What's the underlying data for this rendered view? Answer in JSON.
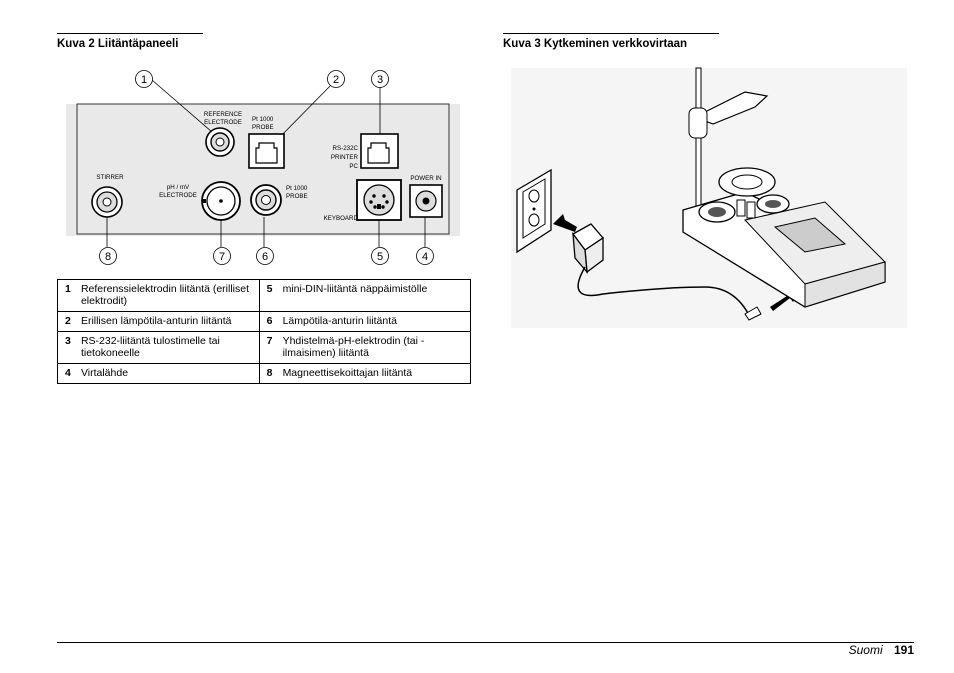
{
  "figure2": {
    "caption": "Kuva 2  Liitäntäpaneeli",
    "panel": {
      "reference_electrode": [
        "REFERENCE",
        "ELECTRODE"
      ],
      "pt1000_top": [
        "Pt 1000",
        "PROBE"
      ],
      "rs232": [
        "RS-232C",
        "PRINTER",
        "PC"
      ],
      "stirrer": "STIRRER",
      "ph_mv": [
        "pH / mV",
        "ELECTRODE"
      ],
      "pt1000_bottom": [
        "Pt 1000",
        "PROBE"
      ],
      "keyboard": "KEYBOARD",
      "power_in": "POWER IN"
    },
    "callouts": [
      "1",
      "2",
      "3",
      "4",
      "5",
      "6",
      "7",
      "8"
    ]
  },
  "legend": [
    [
      {
        "num": "1",
        "text": "Referenssielektrodin liitäntä (erilliset elektrodit)"
      },
      {
        "num": "5",
        "text": "mini-DIN-liitäntä näppäimistölle"
      }
    ],
    [
      {
        "num": "2",
        "text": "Erillisen lämpötila-anturin liitäntä"
      },
      {
        "num": "6",
        "text": "Lämpötila-anturin liitäntä"
      }
    ],
    [
      {
        "num": "3",
        "text": "RS-232-liitäntä tulostimelle tai tietokoneelle"
      },
      {
        "num": "7",
        "text": "Yhdistelmä-pH-elektrodin (tai -ilmaisimen) liitäntä"
      }
    ],
    [
      {
        "num": "4",
        "text": "Virtalähde"
      },
      {
        "num": "8",
        "text": "Magneettisekoittajan liitäntä"
      }
    ]
  ],
  "figure3": {
    "caption": "Kuva 3  Kytkeminen verkkovirtaan"
  },
  "footer": {
    "language": "Suomi",
    "page": "191"
  }
}
